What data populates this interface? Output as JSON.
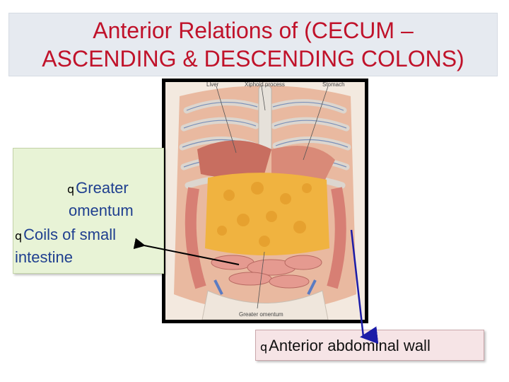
{
  "title": {
    "line1": "Anterior  Relations of (CECUM –",
    "line2": "ASCENDING & DESCENDING COLONS)"
  },
  "figure": {
    "labels": {
      "liver": "Liver",
      "xiphoid": "Xiphoid process",
      "stomach": "Stomach",
      "omentum": "Greater omentum"
    }
  },
  "left_box": {
    "items": [
      {
        "bullet": "q",
        "line1": "Greater",
        "line2": "omentum"
      },
      {
        "bullet": "q",
        "line1": "Coils of small",
        "line2": "intestine"
      }
    ]
  },
  "bottom_box": {
    "bullet": "q",
    "text": "Anterior abdominal wall"
  },
  "colors": {
    "title": "#c0122a",
    "bullet_text": "#1f3f8f",
    "left_box_bg": "#e8f3d6",
    "bottom_box_bg": "#f6e4e6",
    "pointer_blue": "#1c1ca8"
  }
}
